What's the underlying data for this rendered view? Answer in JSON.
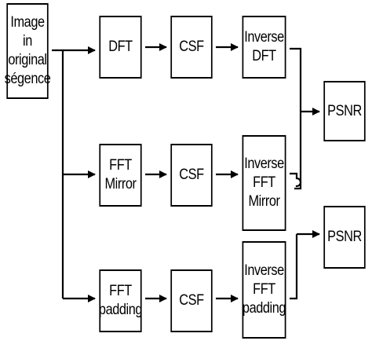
{
  "nodes": {
    "input": [
      "Image in",
      "original",
      "ségence"
    ],
    "dft": [
      "DFT"
    ],
    "csf1": [
      "CSF"
    ],
    "inv_dft": [
      "Inverse",
      "DFT"
    ],
    "fft_mirror": [
      "FFT",
      "Mirror"
    ],
    "csf2": [
      "CSF"
    ],
    "inv_fft_mirror": [
      "Inverse",
      "FFT",
      "Mirror"
    ],
    "fft_padding": [
      "FFT",
      "padding"
    ],
    "csf3": [
      "CSF"
    ],
    "inv_fft_padding": [
      "Inverse",
      "FFT",
      "padding"
    ],
    "psnr1": [
      "PSNR"
    ],
    "psnr2": [
      "PSNR"
    ]
  },
  "colors": {
    "stroke": "#000000",
    "fill": "#ffffff"
  }
}
